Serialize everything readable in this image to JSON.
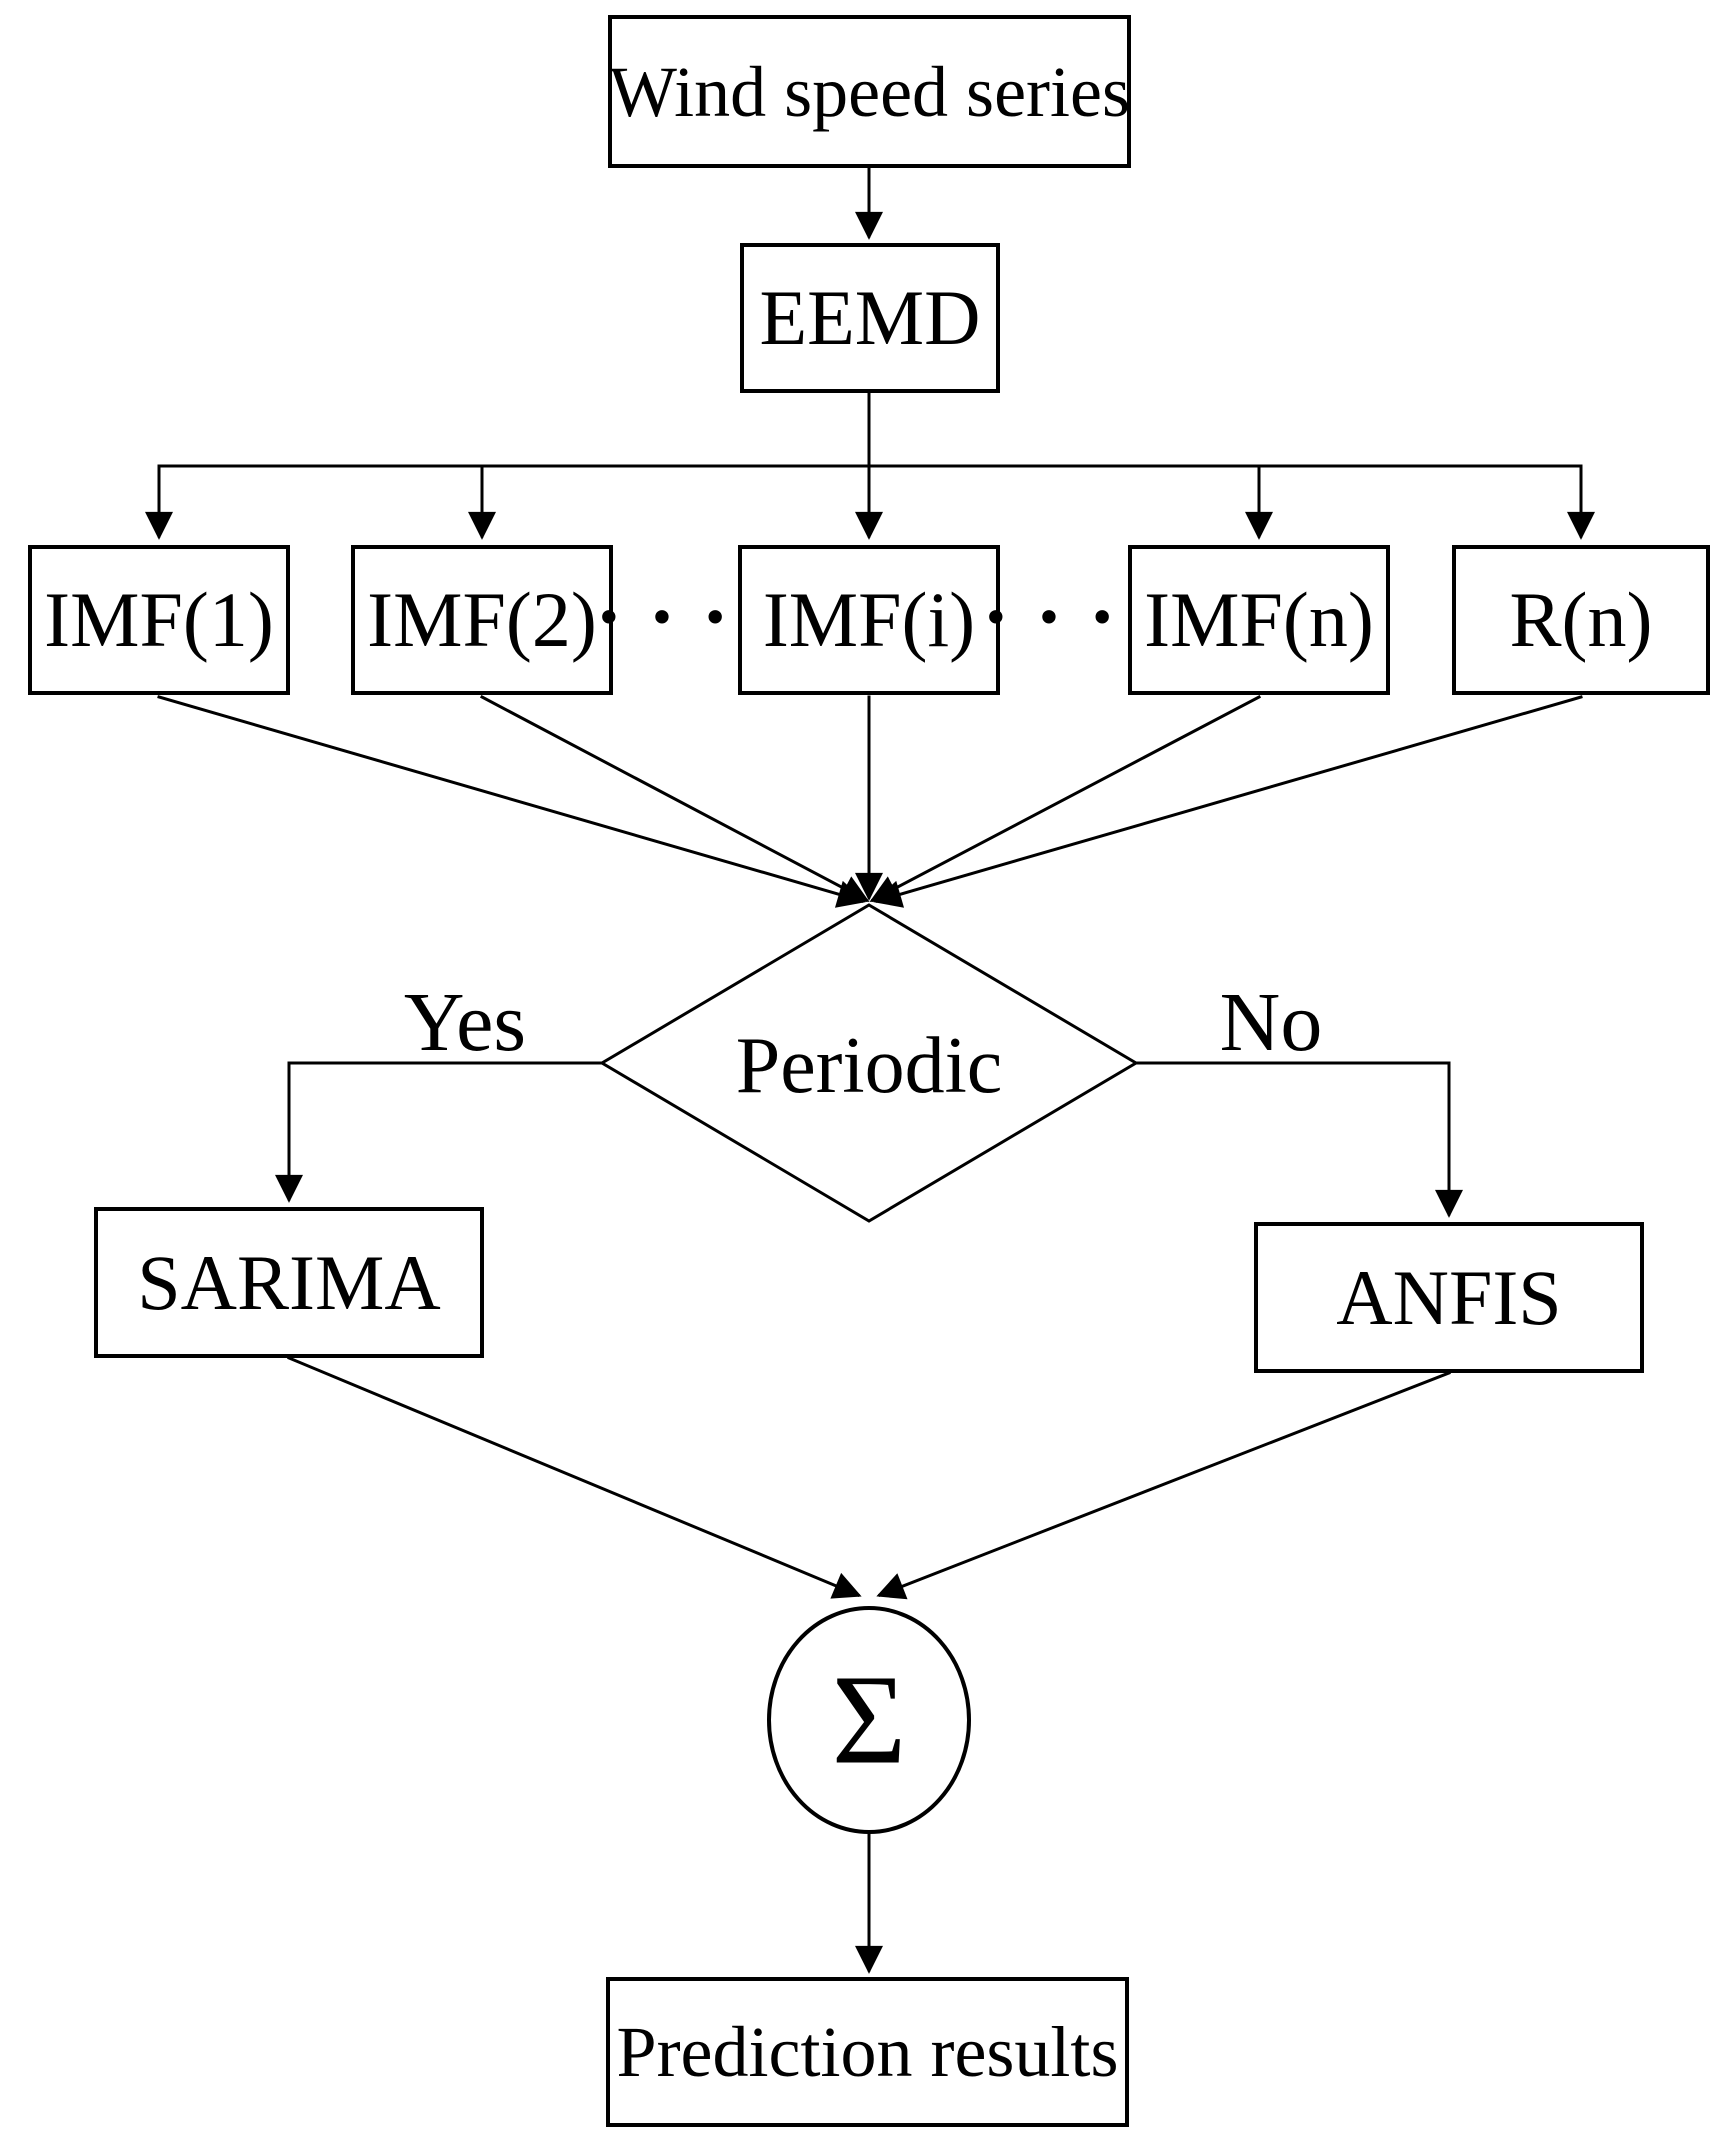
{
  "diagram": {
    "nodes": {
      "wind": {
        "label": "Wind speed series"
      },
      "eemd": {
        "label": "EEMD"
      },
      "imf1": {
        "label": "IMF(1)"
      },
      "imf2": {
        "label": "IMF(2)"
      },
      "imfi": {
        "label": "IMF(i)"
      },
      "imfn": {
        "label": "IMF(n)"
      },
      "rn": {
        "label": "R(n)"
      },
      "periodic": {
        "label": "Periodic"
      },
      "sarima": {
        "label": "SARIMA"
      },
      "anfis": {
        "label": "ANFIS"
      },
      "sum": {
        "label": "Σ"
      },
      "prediction": {
        "label": "Prediction results"
      }
    },
    "edge_labels": {
      "yes": "Yes",
      "no": "No"
    },
    "ellipsis": "•••",
    "colors": {
      "stroke": "#000000",
      "background": "#ffffff"
    }
  }
}
